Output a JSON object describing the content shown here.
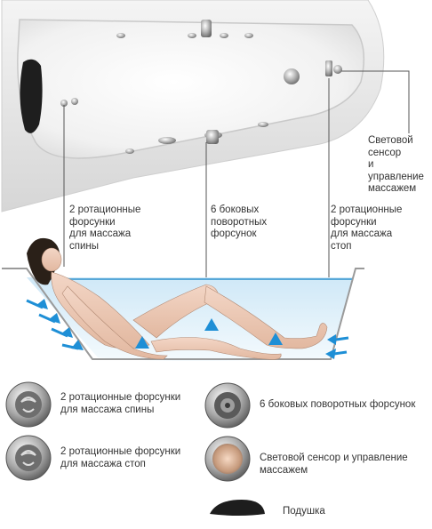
{
  "callouts": {
    "sensor": "Световой\nсенсор\nи управление\nмассажем",
    "back_jets": "2 ротационные\nфорсунки\nдля массажа\nспины",
    "side_jets": "6 боковых\nповоротных\nфорсунок",
    "foot_jets": "2 ротационные\nфорсунки\nдля массажа\nстоп"
  },
  "legend": [
    {
      "icon": "rotary-jet-icon",
      "text": "2 ротационные форсунки\nдля массажа спины"
    },
    {
      "icon": "rotary-jet-icon",
      "text": "2 ротационные форсунки\nдля массажа стоп"
    },
    {
      "icon": "side-jet-icon",
      "text": "6 боковых поворотных форсунок"
    },
    {
      "icon": "light-sensor-icon",
      "text": "Световой сенсор и управление\nмассажем"
    },
    {
      "icon": "pillow-icon",
      "text": "Подушка"
    }
  ],
  "colors": {
    "water": "#58a8d8",
    "arrow": "#1e8fd6",
    "line": "#555555"
  }
}
